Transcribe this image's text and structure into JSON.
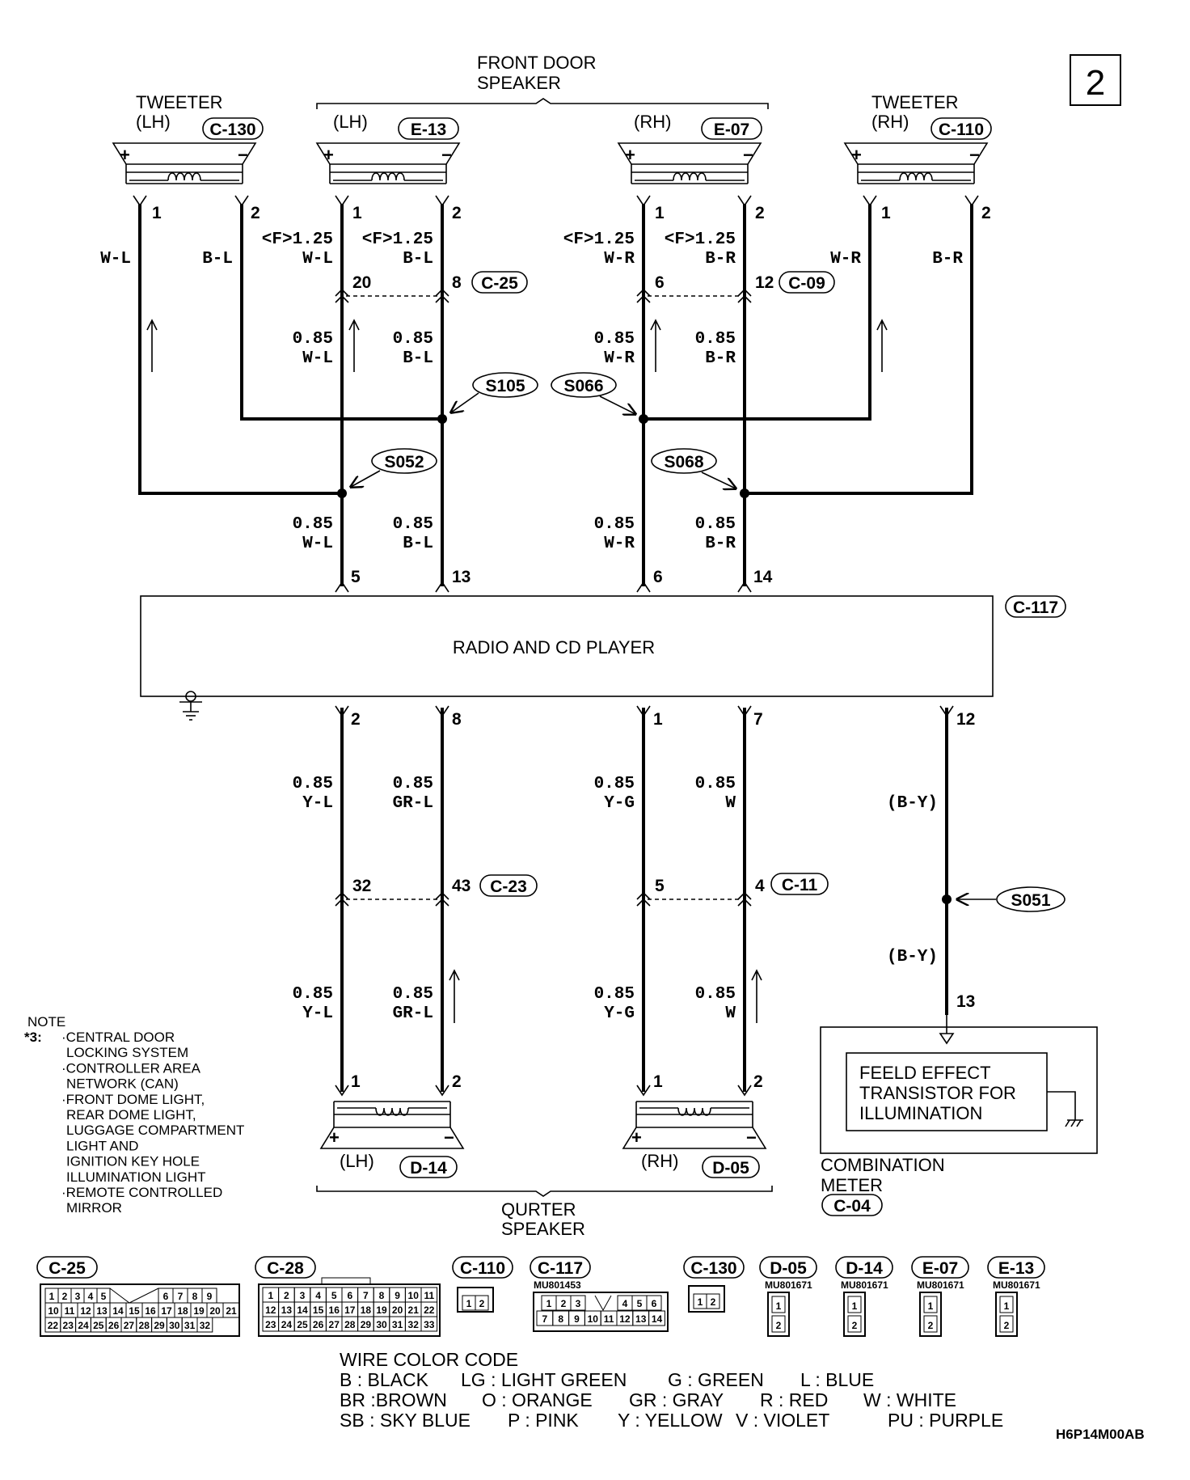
{
  "page_number": "2",
  "doc_code": "H6P14M00AB",
  "front_door_speaker": {
    "title_1": "FRONT DOOR",
    "title_2": "SPEAKER"
  },
  "quarter_speaker": {
    "title_1": "QURTER",
    "title_2": "SPEAKER"
  },
  "tweeter_lh": {
    "title": "TWEETER",
    "side": "(LH)",
    "connector": "C-130",
    "pin1": "1",
    "pin2": "2",
    "wire1": "W-L",
    "wire2": "B-L"
  },
  "tweeter_rh": {
    "title": "TWEETER",
    "side": "(RH)",
    "connector": "C-110",
    "pin1": "1",
    "pin2": "2",
    "wire1": "W-R",
    "wire2": "B-R"
  },
  "door_lh": {
    "side": "(LH)",
    "connector": "E-13",
    "pin1": "1",
    "pin2": "2",
    "w1_size": "<F>1.25",
    "w1_color": "W-L",
    "w2_size": "<F>1.25",
    "w2_color": "B-L"
  },
  "door_rh": {
    "side": "(RH)",
    "connector": "E-07",
    "pin1": "1",
    "pin2": "2",
    "w1_size": "<F>1.25",
    "w1_color": "W-R",
    "w2_size": "<F>1.25",
    "w2_color": "B-R"
  },
  "junction_c25": {
    "connector": "C-25",
    "pin_a": "20",
    "pin_b": "8"
  },
  "junction_c09": {
    "connector": "C-09",
    "pin_a": "6",
    "pin_b": "12"
  },
  "junction_c23": {
    "connector": "C-23",
    "pin_a": "32",
    "pin_b": "43"
  },
  "junction_c11": {
    "connector": "C-11",
    "pin_a": "5",
    "pin_b": "4"
  },
  "splices": {
    "s105": "S105",
    "s066": "S066",
    "s052": "S052",
    "s068": "S068",
    "s051": "S051"
  },
  "wires": {
    "size": "0.85",
    "wl": "W-L",
    "bl": "B-L",
    "wr": "W-R",
    "br": "B-R",
    "yl": "Y-L",
    "grl": "GR-L",
    "yg": "Y-G",
    "w": "W",
    "by": "(B-Y)"
  },
  "radio": {
    "name": "RADIO AND CD PLAYER",
    "connector": "C-117",
    "top_pins": [
      "5",
      "13",
      "6",
      "14"
    ],
    "bottom_pins": [
      "2",
      "8",
      "1",
      "7",
      "12"
    ]
  },
  "quarter_lh": {
    "side": "(LH)",
    "connector": "D-14",
    "pin1": "1",
    "pin2": "2"
  },
  "quarter_rh": {
    "side": "(RH)",
    "connector": "D-05",
    "pin1": "1",
    "pin2": "2"
  },
  "meter": {
    "inner_1": "FEELD EFFECT",
    "inner_2": "TRANSISTOR FOR",
    "inner_3": "ILLUMINATION",
    "name_1": "COMBINATION",
    "name_2": "METER",
    "connector": "C-04",
    "pin": "13"
  },
  "note": {
    "title": "NOTE",
    "mark": "*3:",
    "lines": [
      "·CENTRAL DOOR",
      "LOCKING SYSTEM",
      "·CONTROLLER AREA",
      "NETWORK (CAN)",
      "·FRONT DOME LIGHT,",
      "REAR DOME LIGHT,",
      "LUGGAGE COMPARTMENT",
      "LIGHT AND",
      "IGNITION KEY HOLE",
      "ILLUMINATION LIGHT",
      "·REMOTE CONTROLLED",
      "MIRROR"
    ]
  },
  "connector_views": {
    "c25": {
      "name": "C-25",
      "row1": [
        "1",
        "2",
        "3",
        "4",
        "5",
        "",
        "6",
        "7",
        "8",
        "9"
      ],
      "row2": [
        "10",
        "11",
        "12",
        "13",
        "14",
        "15",
        "16",
        "17",
        "18",
        "19",
        "20",
        "21"
      ],
      "row3": [
        "22",
        "23",
        "",
        "24",
        "25",
        "26",
        "27",
        "28",
        "29",
        "30",
        "",
        "31",
        "32"
      ]
    },
    "c28": {
      "name": "C-28",
      "row1": [
        "1",
        "2",
        "3",
        "4",
        "5",
        "6",
        "7",
        "8",
        "9",
        "10",
        "11"
      ],
      "row2": [
        "12",
        "13",
        "14",
        "15",
        "16",
        "17",
        "18",
        "19",
        "20",
        "21",
        "22"
      ],
      "row3": [
        "23",
        "24",
        "25",
        "26",
        "27",
        "28",
        "29",
        "30",
        "31",
        "32",
        "33"
      ]
    },
    "c110": {
      "name": "C-110",
      "pins": [
        "1",
        "2"
      ]
    },
    "c117": {
      "name": "C-117",
      "part": "MU801453",
      "row1": [
        "1",
        "2",
        "3",
        "",
        "4",
        "5",
        "6"
      ],
      "row2": [
        "7",
        "8",
        "9",
        "10",
        "11",
        "12",
        "13",
        "14"
      ]
    },
    "c130": {
      "name": "C-130",
      "pins": [
        "1",
        "2"
      ]
    },
    "d05": {
      "name": "D-05",
      "part": "MU801671",
      "pins": [
        "1",
        "2"
      ]
    },
    "d14": {
      "name": "D-14",
      "part": "MU801671",
      "pins": [
        "1",
        "2"
      ]
    },
    "e07": {
      "name": "E-07",
      "part": "MU801671",
      "pins": [
        "1",
        "2"
      ]
    },
    "e13": {
      "name": "E-13",
      "part": "MU801671",
      "pins": [
        "1",
        "2"
      ]
    }
  },
  "wire_color_code": {
    "title": "WIRE COLOR CODE",
    "row1": [
      "B : BLACK",
      "LG : LIGHT GREEN",
      "G : GREEN",
      "L : BLUE"
    ],
    "row2": [
      "BR :BROWN",
      "O : ORANGE",
      "GR : GRAY",
      "R : RED",
      "W : WHITE"
    ],
    "row3": [
      "SB : SKY BLUE",
      "P : PINK",
      "Y : YELLOW",
      "V : VIOLET",
      "PU : PURPLE"
    ]
  }
}
